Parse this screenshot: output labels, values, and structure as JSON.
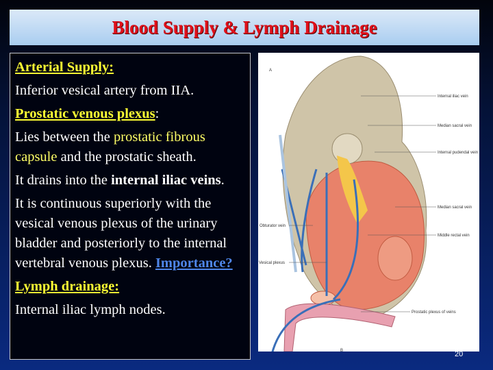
{
  "title": "Blood Supply & Lymph Drainage",
  "body": {
    "arterial_heading": "Arterial Supply:",
    "arterial_text": "Inferior vesical artery from IIA.",
    "venous_heading": "Prostatic venous plexus",
    "venous_colon": ":",
    "venous_p1_a": "Lies between the ",
    "venous_p1_b": "prostatic fibrous capsule",
    "venous_p1_c": " and the prostatic sheath.",
    "venous_p2_a": "It drains into the ",
    "venous_p2_b": "internal iliac veins",
    "venous_p2_c": ".",
    "venous_p3": "It is continuous superiorly with the vesical venous plexus of the urinary bladder and posteriorly to the internal vertebral venous plexus. ",
    "importance": "Importance?",
    "lymph_heading": "Lymph drainage:",
    "lymph_text": "Internal iliac lymph nodes."
  },
  "figure": {
    "panel_a": "A",
    "panel_b": "B",
    "labels": [
      "Internal iliac vein",
      "Median sacral vein",
      "Internal pudendal vein",
      "Median sacral vein",
      "Obturator vein",
      "Middle rectal vein",
      "Vesical plexus",
      "Prostatic plexus of veins"
    ]
  },
  "page_number": "20",
  "colors": {
    "title": "#e0101a",
    "heading": "#ffff33",
    "highlight": "#ffff66",
    "link": "#4f86e8",
    "bone": "#cfc4a8",
    "muscle": "#e8826a",
    "vein": "#3a6fb8"
  }
}
